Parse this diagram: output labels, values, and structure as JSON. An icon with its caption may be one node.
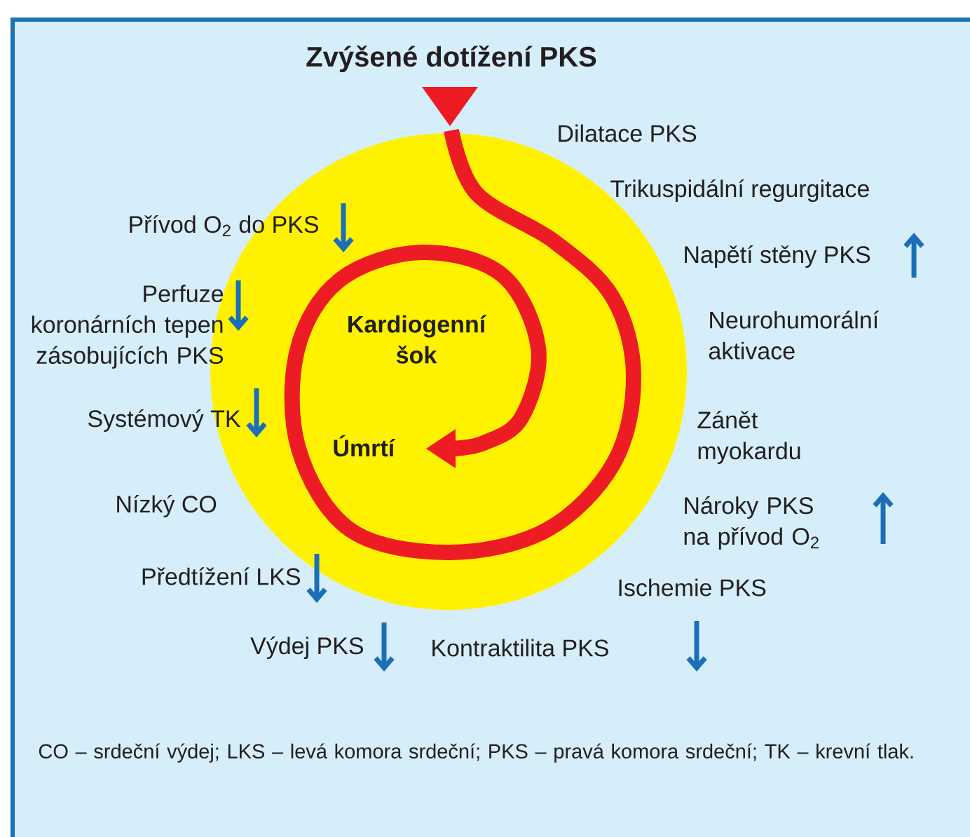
{
  "diagram": {
    "title": "Zvýšené dotížení PKS",
    "labels": [
      "Dilatace PKS",
      "Trikuspidální regurgitace",
      "Přívod O$_{2}$ do PKS",
      "Napětí stěny PKS",
      "Perfuze koronárních tepen zásobujících PKS",
      "Neurohumorální aktivace",
      "Kardiogenní šok",
      "Systémový TK",
      "Zánět myokardu",
      "Úmrtí",
      "Nízký CO",
      "Nároky PKS na přívod O$_{2}$",
      "Předtížení LKS",
      "Ischemie PKS",
      "Výdej PKS",
      "Kontraktilita PKS"
    ],
    "caption": "CO – srdeční výdej; LKS – levá komora srdeční; PKS – pravá komora srdeční; TK – krevní tlak."
  }
}
